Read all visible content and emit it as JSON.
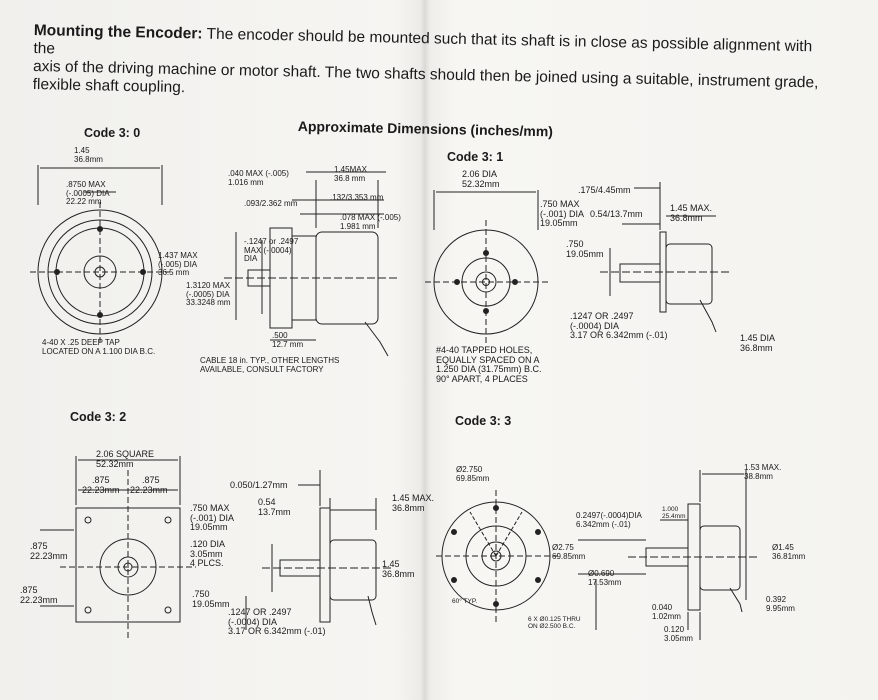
{
  "instructions": {
    "lead": "Mounting the Encoder:",
    "line1": "The encoder should be mounted such that its shaft is in close as possible alignment with the",
    "line2": "axis of the driving machine or motor shaft. The two shafts should then be joined using a suitable, instrument grade,",
    "line3": "flexible shaft coupling."
  },
  "heading": "Approximate Dimensions (inches/mm)",
  "code30": {
    "label": "Code 3: 0",
    "dims": {
      "d145": "1.45\n36.8mm",
      "d8750": ".8750 MAX\n(-.0005) DIA\n22.22 mm",
      "d040": ".040 MAX (-.005)\n1.016 mm",
      "d145max": "1.45MAX\n36.8 mm",
      "d132": ".132/3.353 mm",
      "d093": ".093/2.362 mm",
      "d078": ".078 MAX (-.005)\n1.981 mm",
      "d1247": "-.1247 or .2497\nMAX (-.0004)\nDIA",
      "d1437": "1.437 MAX\n(-.005) DIA\n36.5 mm",
      "d1312": "1.3120 MAX\n(-.0005) DIA\n33.3248 mm",
      "d500": ".500\n12.7 mm",
      "tap": "4-40 X .25 DEEP TAP\nLOCATED ON A 1.100 DIA B.C.",
      "cable": "CABLE 18 in. TYP., OTHER LENGTHS\nAVAILABLE, CONSULT FACTORY"
    }
  },
  "code31": {
    "label": "Code 3: 1",
    "dims": {
      "d206": "2.06 DIA\n52.32mm",
      "d175": ".175/4.45mm",
      "d750": ".750 MAX\n(-.001) DIA\n19.05mm",
      "d054": "0.54/13.7mm",
      "d145max": "1.45 MAX.\n36.8mm",
      "d750b": ".750\n19.05mm",
      "d1247": ".1247 OR .2497\n(-.0004) DIA\n3.17 OR 6.342mm (-.01)",
      "d145dia": "1.45 DIA\n36.8mm",
      "holes": "#4-40 TAPPED HOLES,\nEQUALLY SPACED ON A\n1.250 DIA (31.75mm) B.C.\n90° APART, 4 PLACES"
    }
  },
  "code32": {
    "label": "Code 3: 2",
    "dims": {
      "d206sq": "2.06 SQUARE\n52.32mm",
      "d875a": ".875",
      "d875b": ".875",
      "d2223a": "22.23mm",
      "d2223b": "22.23mm",
      "d050": "0.050/1.27mm",
      "d054": "0.54\n13.7mm",
      "d145max": "1.45 MAX.\n36.8mm",
      "d750": ".750 MAX\n(-.001) DIA\n19.05mm",
      "d120": ".120 DIA\n3.05mm\n4 PLCS.",
      "d875l": ".875\n22.23mm",
      "d875l2": ".875\n22.23mm",
      "d145": "1.45\n36.8mm",
      "d750b": ".750\n19.05mm",
      "d1247": ".1247 OR .2497\n(-.0004) DIA\n3.17 OR 6.342mm (-.01)"
    }
  },
  "code33": {
    "label": "Code 3: 3",
    "dims": {
      "d2750": "Ø2.750\n69.85mm",
      "d153": "1.53 MAX.\n38.8mm",
      "d1000": "1.000\n25.4mm",
      "d2497": "0.2497(-.0004)DIA\n6.342mm (-.01)",
      "d275": "Ø2.75\n69.85mm",
      "d690": "Ø0.690\n17.53mm",
      "d145": "Ø1.45\n36.81mm",
      "d040": "0.040\n1.02mm",
      "d120": "0.120\n3.05mm",
      "d392": "0.392\n9.95mm",
      "holes": "6 X Ø0.125 THRU\nON Ø2.500 B.C.",
      "typ": "60° TYP."
    }
  }
}
